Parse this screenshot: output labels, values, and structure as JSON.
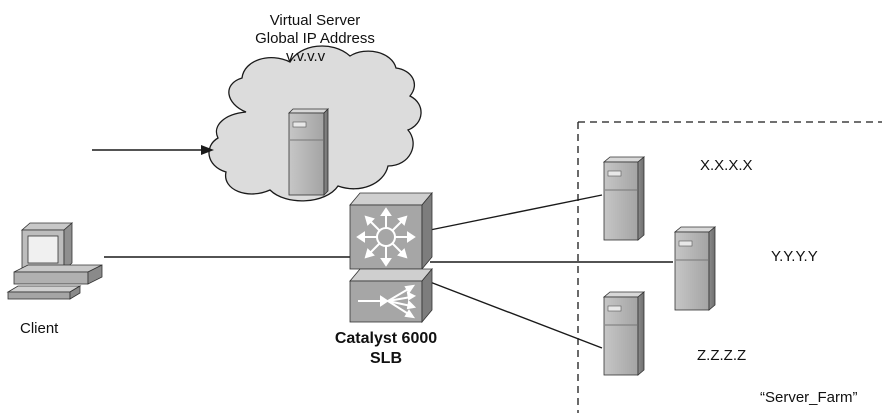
{
  "virtual_server": {
    "title_line1": "Virtual Server",
    "title_line2": "Global IP Address",
    "address": "v.v.v.v"
  },
  "client": {
    "label": "Client"
  },
  "switch": {
    "label_line1": "Catalyst 6000",
    "label_line2": "SLB"
  },
  "server_farm": {
    "label": "“Server_Farm”",
    "servers": [
      {
        "address": "X.X.X.X"
      },
      {
        "address": "Y.Y.Y.Y"
      },
      {
        "address": "Z.Z.Z.Z"
      }
    ]
  },
  "colors": {
    "cloud_fill": "#dcdcdc",
    "server_light": "#b9b9b9",
    "server_dark": "#8c8c8c",
    "switch_front": "#a6a6a6",
    "line": "#1a1a1a"
  }
}
